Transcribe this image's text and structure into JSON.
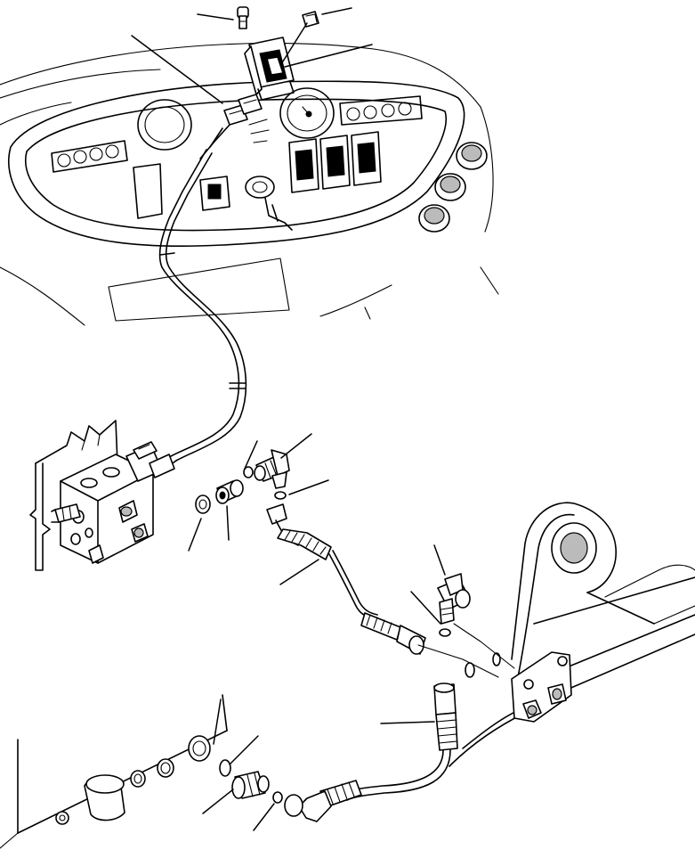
{
  "diagram": {
    "style": "black-and-white exploded parts illustration",
    "components": [
      "instrument-panel",
      "rocker-switch",
      "wiring-harness-connector",
      "valve-block",
      "elbow-fittings",
      "hydraulic-hoses",
      "o-rings",
      "bracket-mounting-plate",
      "pump-housing"
    ],
    "callout_count": 16
  }
}
